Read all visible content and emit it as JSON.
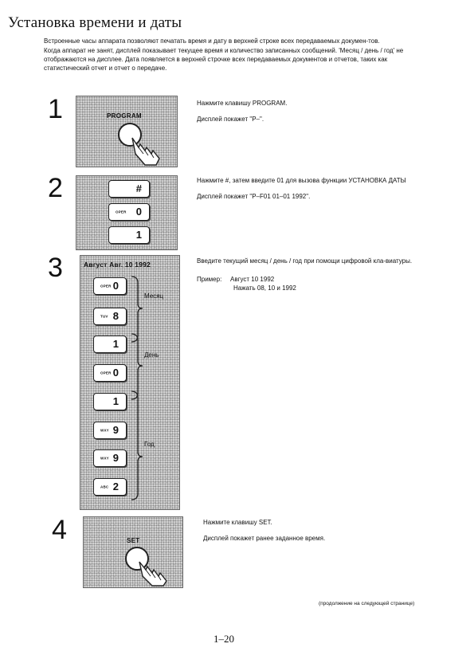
{
  "title": "Установка времени и даты",
  "intro": [
    "Встроенные часы аппарата позволяют печатать время и дату в верхней строке всех передаваемых докумен-тов.",
    "Когда аппарат не занят, дисплей показывает текущее время и количество записанных сообщений. 'Месяц / день / год' не отображаются на дисплее. Дата появляется в верхней строчке всех передаваемых документов и отчетов, таких как статистический отчет и отчет о передаче."
  ],
  "steps": [
    {
      "number": "1",
      "key_label": "PROGRAM",
      "lines": [
        "Нажмите клавишу PROGRAM.",
        "Дисплей покажет \"P–\"."
      ]
    },
    {
      "number": "2",
      "keys": [
        {
          "sub": "",
          "main": "#"
        },
        {
          "sub": "OPER",
          "main": "0"
        },
        {
          "sub": "",
          "main": "1"
        }
      ],
      "lines": [
        "Нажмите #, затем введите 01 для вызова функции УСТАНОВКА ДАТЫ",
        "Дисплей покажет \"P–F01  01–01  1992\"."
      ]
    },
    {
      "number": "3",
      "display": "Август  Авг. 10 1992",
      "keys": [
        {
          "sub": "OPER",
          "main": "0"
        },
        {
          "sub": "TUV",
          "main": "8"
        },
        {
          "sub": "",
          "main": "1"
        },
        {
          "sub": "OPER",
          "main": "0"
        },
        {
          "sub": "",
          "main": "1"
        },
        {
          "sub": "WXY",
          "main": "9"
        },
        {
          "sub": "WXY",
          "main": "9"
        },
        {
          "sub": "ABC",
          "main": "2"
        }
      ],
      "brace_labels": [
        "Месяц",
        "День",
        "Год"
      ],
      "lines": [
        "Введите текущий месяц / день / год при помощи цифровой кла-виатуры."
      ],
      "example_label": "Пример:",
      "example_lines": [
        "Август  10  1992",
        "Нажать 08, 10 и 1992"
      ]
    },
    {
      "number": "4",
      "key_label": "SET",
      "lines": [
        "Нажмите клавишу SET.",
        "Дисплей покажет ранее заданное время."
      ]
    }
  ],
  "continued": "(продолжение на следующей странице)",
  "page_number": "1–20"
}
